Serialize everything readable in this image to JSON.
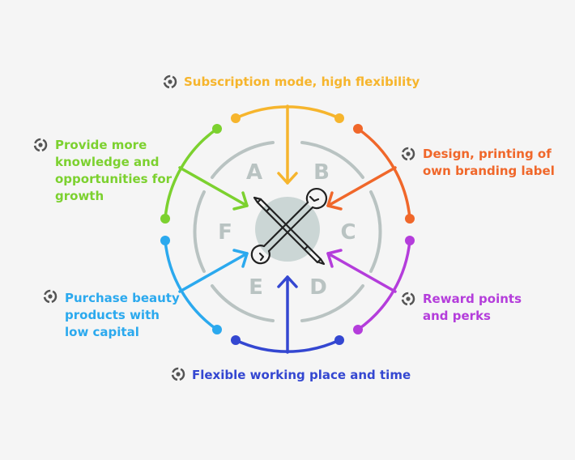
{
  "segments": [
    "A",
    "B",
    "C",
    "D",
    "E",
    "F"
  ],
  "features": [
    {
      "id": "subscription",
      "text": "Subscription mode, high flexibility",
      "color": "#f6b52d"
    },
    {
      "id": "design",
      "text": "Design, printing of own branding label",
      "color": "#f0672a"
    },
    {
      "id": "reward",
      "text": "Reward points and perks",
      "color": "#b43ddb"
    },
    {
      "id": "flexible",
      "text": "Flexible working place and time",
      "color": "#3447d1"
    },
    {
      "id": "purchase",
      "text": "Purchase beauty products with low capital",
      "color": "#2ba9ee"
    },
    {
      "id": "knowledge",
      "text": "Provide more knowledge and opportunities for growth",
      "color": "#7cd12f"
    }
  ],
  "colors": {
    "ring": "#b9c3c2",
    "hub": "#cbd6d5",
    "bullet": "#555555",
    "background": "#f5f5f5"
  },
  "center_icon": "crossed-wrench-and-pen-icon"
}
